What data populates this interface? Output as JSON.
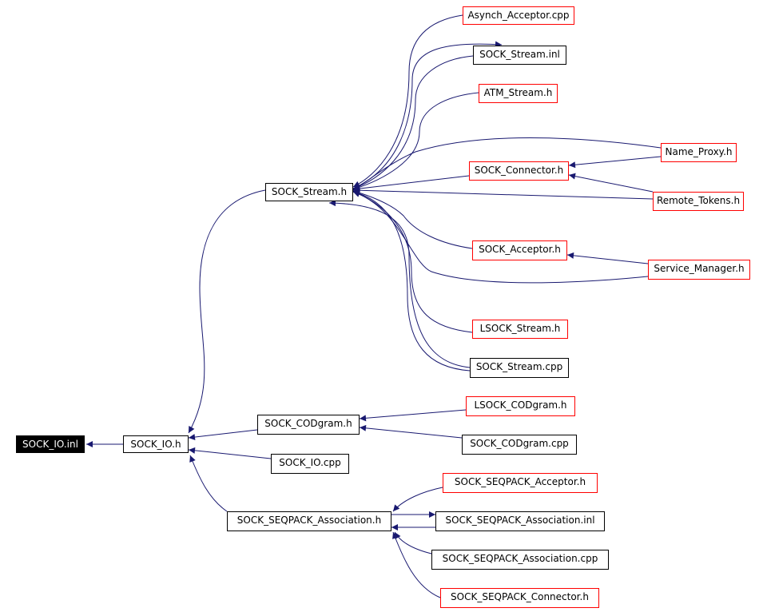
{
  "colors": {
    "edge": "#191970",
    "node_border": "#000000",
    "link_border": "#ff0000",
    "root_fill": "#000000",
    "root_text": "#ffffff"
  },
  "nodes": {
    "sock_io_inl": "SOCK_IO.inl",
    "sock_io_h": "SOCK_IO.h",
    "sock_stream_h": "SOCK_Stream.h",
    "asynch_acceptor_cpp": "Asynch_Acceptor.cpp",
    "sock_stream_inl": "SOCK_Stream.inl",
    "atm_stream_h": "ATM_Stream.h",
    "name_proxy_h": "Name_Proxy.h",
    "sock_connector_h": "SOCK_Connector.h",
    "remote_tokens_h": "Remote_Tokens.h",
    "sock_acceptor_h": "SOCK_Acceptor.h",
    "service_manager_h": "Service_Manager.h",
    "lsock_stream_h": "LSOCK_Stream.h",
    "sock_stream_cpp": "SOCK_Stream.cpp",
    "sock_codgram_h": "SOCK_CODgram.h",
    "lsock_codgram_h": "LSOCK_CODgram.h",
    "sock_codgram_cpp": "SOCK_CODgram.cpp",
    "sock_io_cpp": "SOCK_IO.cpp",
    "sock_seqpack_association_h": "SOCK_SEQPACK_Association.h",
    "sock_seqpack_acceptor_h": "SOCK_SEQPACK_Acceptor.h",
    "sock_seqpack_association_inl": "SOCK_SEQPACK_Association.inl",
    "sock_seqpack_association_cpp": "SOCK_SEQPACK_Association.cpp",
    "sock_seqpack_connector_h": "SOCK_SEQPACK_Connector.h"
  }
}
